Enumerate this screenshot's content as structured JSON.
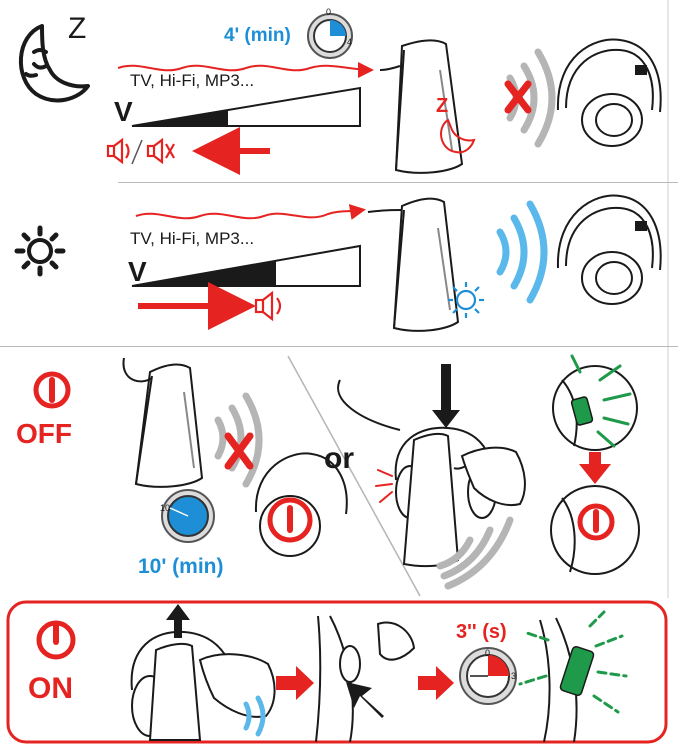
{
  "sections": {
    "standby": {
      "sources": "TV, Hi-Fi, MP3...",
      "volume_symbol": "V",
      "timer_label": "4' (min)",
      "timer_dial_top": "0",
      "timer_dial_side": "4",
      "sleep_letter": "Z",
      "moon_letter": "Z"
    },
    "active": {
      "sources": "TV, Hi-Fi, MP3...",
      "volume_symbol": "V"
    },
    "off": {
      "title": "OFF",
      "timer_label": "10' (min)",
      "timer_dial_side": "10",
      "or_label": "or"
    },
    "on": {
      "title": "ON",
      "timer_label": "3'' (s)",
      "timer_dial_top": "0",
      "timer_dial_side": "3"
    }
  },
  "colors": {
    "red": "#e52421",
    "blue": "#1e8fd6",
    "light_blue": "#5bb8ea",
    "green": "#1f9a4a",
    "grey": "#b5b5b5",
    "black": "#1a1a1a"
  },
  "icons": [
    "moon-sleep-icon",
    "sun-icon",
    "power-icon",
    "speaker-icon",
    "speaker-mute-icon",
    "timer-dial-icon",
    "headphones-icon",
    "transmitter-base-icon",
    "arrow-icon",
    "hand-icon"
  ]
}
